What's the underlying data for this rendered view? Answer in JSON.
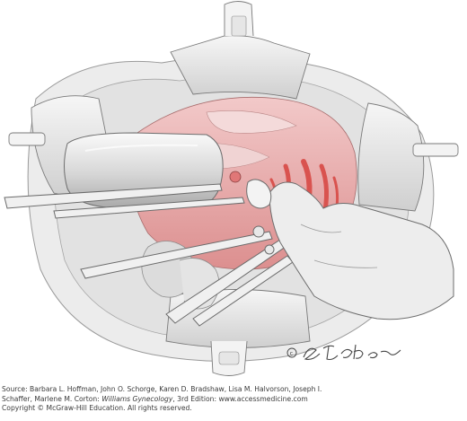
{
  "figure": {
    "subject": "surgical-illustration-retracted-operative-field",
    "signature": "© S.E.Tobler",
    "colors": {
      "tissue_pink": "#e7a6a6",
      "vessel_red": "#d9534f",
      "drape_gray": "#d8d8d8",
      "line": "#6b6b6b"
    }
  },
  "caption": {
    "source_line1": "Source: Barbara L. Hoffman, John O. Schorge, Karen D. Bradshaw, Lisa M. Halvorson, Joseph I.",
    "source_line2_a": "Schaffer, Marlene M. Corton: ",
    "source_line2_title": "Williams Gynecology",
    "source_line2_b": ", 3rd Edition: www.accessmedicine.com",
    "copyright": "Copyright © McGraw-Hill Education. All rights reserved."
  }
}
